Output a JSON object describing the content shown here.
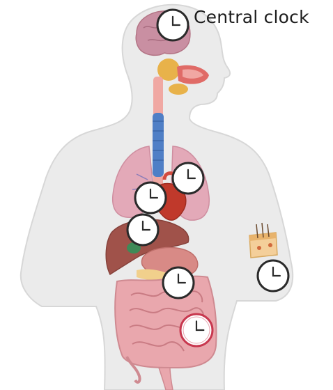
{
  "labels": {
    "central": "Central clock"
  },
  "clocks": [
    {
      "organ": "brain",
      "style": "central"
    },
    {
      "organ": "lungs",
      "style": "peripheral"
    },
    {
      "organ": "heart",
      "style": "peripheral"
    },
    {
      "organ": "liver",
      "style": "peripheral"
    },
    {
      "organ": "skin",
      "style": "peripheral"
    },
    {
      "organ": "pancreas",
      "style": "peripheral"
    },
    {
      "organ": "intestine",
      "style": "highlighted"
    }
  ],
  "colors": {
    "body": "#ebebeb",
    "body_outline": "#d7d7d7",
    "clock_face": "#ffffff",
    "clock_rim": "#2a2a2a",
    "clock_rim_highlight": "#c8384f",
    "brain": "#c98fa2",
    "lung": "#e3a9b8",
    "heart": "#c0392b",
    "liver": "#a0524a",
    "stomach": "#d88a86",
    "intestine": "#e9a7ad",
    "trachea": "#4f7fc6",
    "esophagus": "#f0a8a3",
    "gland": "#e8b24a",
    "skin": "#f4cf9a"
  }
}
